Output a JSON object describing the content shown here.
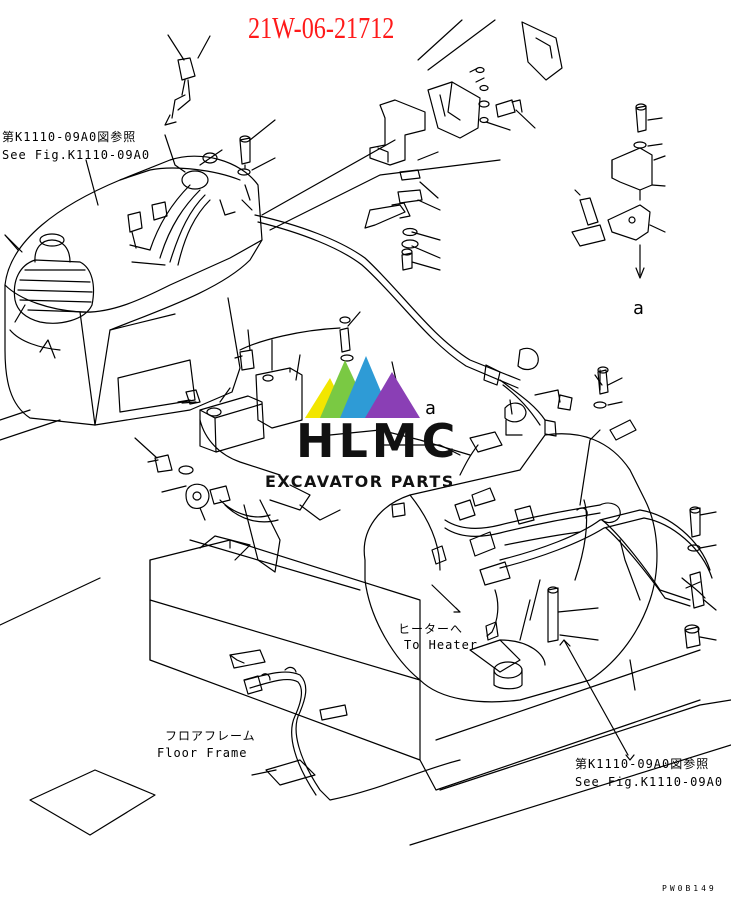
{
  "part_number": "21W-06-21712",
  "references": {
    "left": {
      "jp": "第K1110-09A0図参照",
      "en": "See Fig.K1110-09A0"
    },
    "right": {
      "jp": "第K1110-09A0図参照",
      "en": "See Fig.K1110-09A0"
    }
  },
  "heater": {
    "jp": "ヒーターへ",
    "en": "To Heater"
  },
  "floor_frame": {
    "jp": "フロアフレーム",
    "en": "Floor Frame"
  },
  "detail_marker": "a",
  "watermark": {
    "brand": "HLMC",
    "subtitle": "EXCAVATOR PARTS"
  },
  "sheet_code": "PW0B149",
  "colors": {
    "part_number": "#ff1a1a",
    "line_art": "#000000",
    "logo_yellow": "#f2e600",
    "logo_green": "#7ac943",
    "logo_blue": "#2e9bd6",
    "logo_purple": "#8a3fb5"
  }
}
